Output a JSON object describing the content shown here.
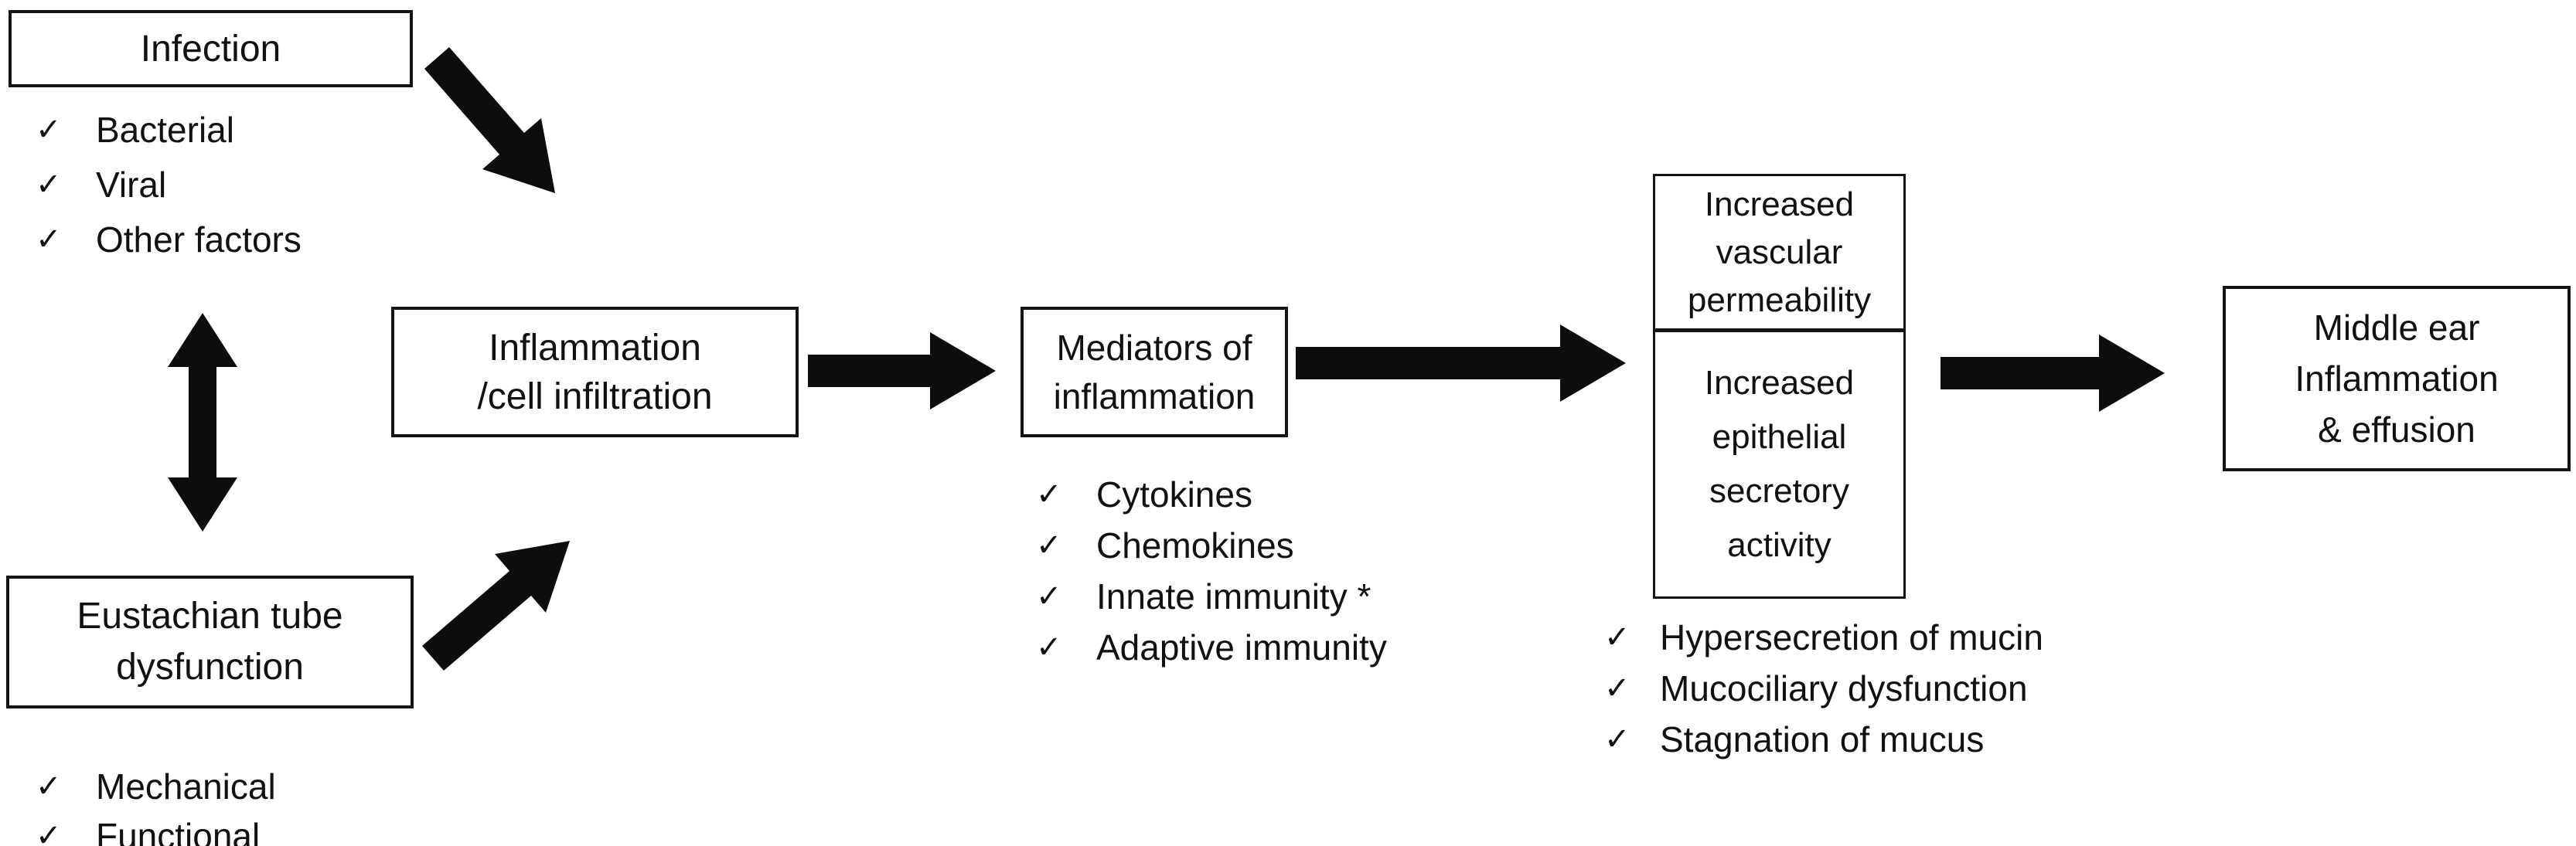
{
  "check_glyph": "✓",
  "colors": {
    "line": "#0d0d0d",
    "border": "#141414",
    "background": "#ffffff",
    "text": "#111111"
  },
  "boxes": {
    "infection": {
      "label": "Infection"
    },
    "eustachian": {
      "lines": [
        "Eustachian tube",
        "dysfunction"
      ]
    },
    "inflammation": {
      "lines": [
        "Inflammation",
        "/cell infiltration"
      ]
    },
    "mediators": {
      "lines": [
        "Mediators of",
        "inflammation"
      ]
    },
    "vascular": {
      "lines": [
        "Increased",
        "vascular",
        "permeability"
      ]
    },
    "epithelial": {
      "lines": [
        "Increased",
        "epithelial",
        "secretory",
        "activity"
      ]
    },
    "middle_ear": {
      "lines": [
        "Middle ear",
        "Inflammation",
        "& effusion"
      ]
    }
  },
  "checklists": {
    "infection": {
      "items": [
        "Bacterial",
        "Viral",
        "Other factors"
      ]
    },
    "eustachian": {
      "items": [
        "Mechanical",
        "Functional"
      ]
    },
    "mediators": {
      "items": [
        "Cytokines",
        "Chemokines",
        "Innate immunity *",
        "Adaptive immunity"
      ]
    },
    "secretory": {
      "items": [
        "Hypersecretion of mucin",
        "Mucociliary dysfunction",
        "Stagnation of mucus"
      ]
    }
  }
}
